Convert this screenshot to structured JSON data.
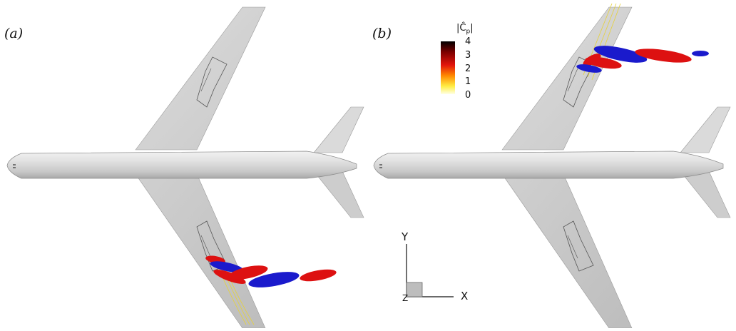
{
  "panels": [
    {
      "label": "(a)"
    },
    {
      "label": "(b)"
    }
  ],
  "colorbar": {
    "title": "|Ĉ",
    "title_sub": "p",
    "title_end": "|",
    "ticks": [
      "4",
      "3",
      "2",
      "1",
      "0"
    ],
    "colors": [
      "#000000",
      "#8b0000",
      "#ff2a00",
      "#ff9900",
      "#ffff66",
      "#ffffe8"
    ]
  },
  "axes_triad": {
    "y_label": "Y",
    "x_label": "X",
    "z_label": "Z"
  },
  "colors": {
    "aircraft_surface": "#d6d6d6",
    "positive_isosurface": "#dd1111",
    "negative_isosurface": "#1a1acc",
    "streamline": "#e6d23a"
  }
}
